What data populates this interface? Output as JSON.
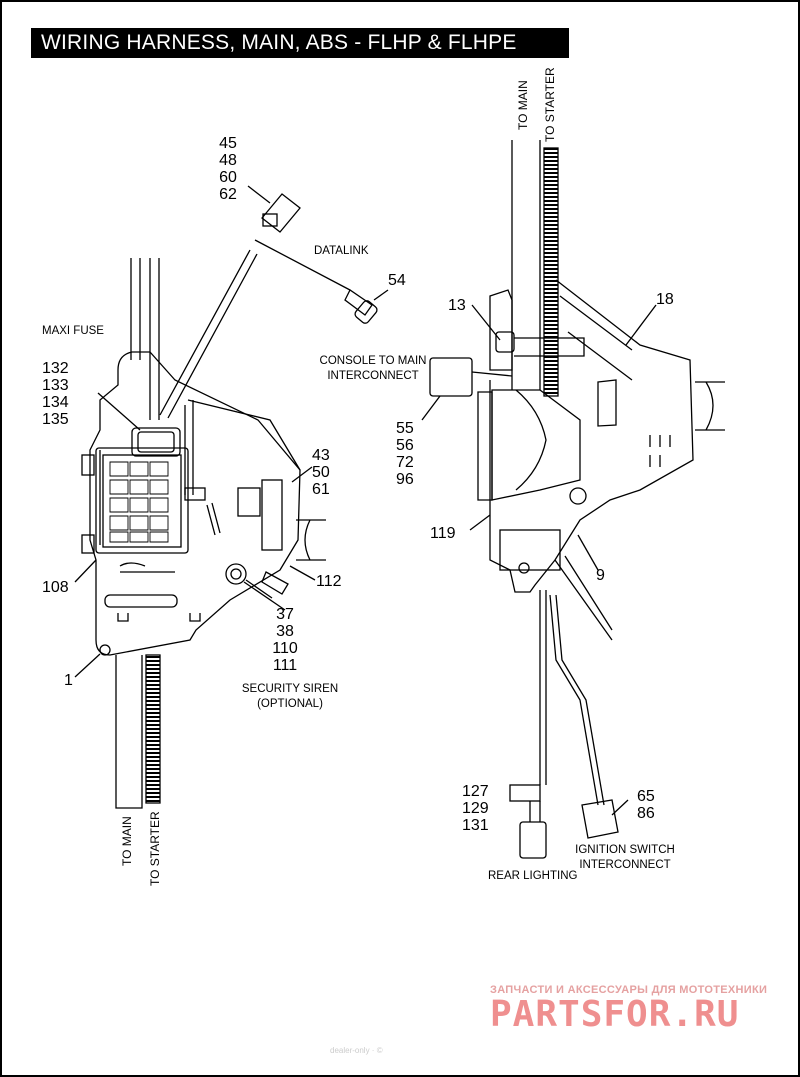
{
  "title": "WIRING HARNESS, MAIN, ABS - FLHP & FLHPE",
  "callouts": {
    "c45_48_60_62": [
      "45",
      "48",
      "60",
      "62"
    ],
    "datalink": "DATALINK",
    "c54": "54",
    "maxi_fuse": "MAXI FUSE",
    "c132_135": [
      "132",
      "133",
      "134",
      "135"
    ],
    "c43_50_61": [
      "43",
      "50",
      "61"
    ],
    "c108": "108",
    "c112": "112",
    "c37_111": [
      "37",
      "38",
      "110",
      "111"
    ],
    "c1": "1",
    "security_siren": [
      "SECURITY SIREN",
      "(OPTIONAL)"
    ],
    "left_to_main": "TO MAIN",
    "left_to_starter": "TO STARTER",
    "right_to_main": "TO MAIN",
    "right_to_starter": "TO STARTER",
    "c13": "13",
    "c18": "18",
    "console_interconnect": [
      "CONSOLE TO MAIN",
      "INTERCONNECT"
    ],
    "c55_96": [
      "55",
      "56",
      "72",
      "96"
    ],
    "c119": "119",
    "c9": "9",
    "c127_131": [
      "127",
      "129",
      "131"
    ],
    "rear_lighting": "REAR LIGHTING",
    "c65_86": [
      "65",
      "86"
    ],
    "ignition_interconnect": [
      "IGNITION SWITCH",
      "INTERCONNECT"
    ]
  },
  "watermark": {
    "tagline": "ЗАПЧАСТИ И АКСЕССУАРЫ ДЛЯ МОТОТЕХНИКИ",
    "brand": "PARTSFOR.RU"
  },
  "footer": "dealer-only · ©"
}
